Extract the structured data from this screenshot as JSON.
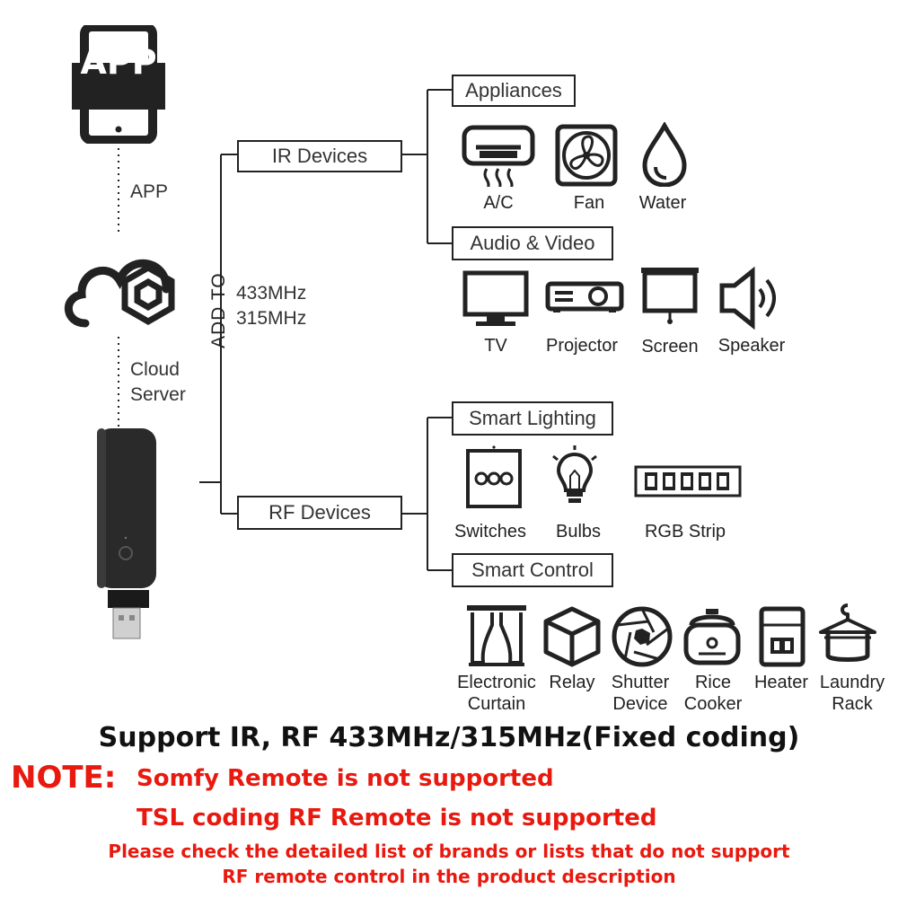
{
  "colors": {
    "line": "#222222",
    "note_red": "#e8190f"
  },
  "left": {
    "app_icon_text": "APP",
    "app_label": "APP",
    "cloud_label_line1": "Cloud",
    "cloud_label_line2": "Server"
  },
  "trunk": {
    "vertical_label": "ADD TO",
    "freq1": "433MHz",
    "freq2": "315MHz"
  },
  "ir": {
    "title": "IR Devices",
    "appliances": {
      "title": "Appliances",
      "items": [
        {
          "label": "A/C",
          "icon": "air-conditioner-icon"
        },
        {
          "label": "Fan",
          "icon": "fan-icon"
        },
        {
          "label": "Water",
          "icon": "water-drop-icon"
        }
      ]
    },
    "audio_video": {
      "title": "Audio & Video",
      "items": [
        {
          "label": "TV",
          "icon": "tv-icon"
        },
        {
          "label": "Projector",
          "icon": "projector-icon"
        },
        {
          "label": "Screen",
          "icon": "projection-screen-icon"
        },
        {
          "label": "Speaker",
          "icon": "speaker-icon"
        }
      ]
    }
  },
  "rf": {
    "title": "RF Devices",
    "smart_lighting": {
      "title": "Smart Lighting",
      "items": [
        {
          "label": "Switches",
          "icon": "wall-switch-icon"
        },
        {
          "label": "Bulbs",
          "icon": "bulb-icon"
        },
        {
          "label": "RGB Strip",
          "icon": "led-strip-icon"
        }
      ]
    },
    "smart_control": {
      "title": "Smart Control",
      "items": [
        {
          "label1": "Electronic",
          "label2": "Curtain",
          "icon": "curtain-icon"
        },
        {
          "label1": "Relay",
          "label2": "",
          "icon": "relay-cube-icon"
        },
        {
          "label1": "Shutter",
          "label2": "Device",
          "icon": "shutter-icon"
        },
        {
          "label1": "Rice",
          "label2": "Cooker",
          "icon": "rice-cooker-icon"
        },
        {
          "label1": "Heater",
          "label2": "",
          "icon": "water-heater-icon"
        },
        {
          "label1": "Laundry",
          "label2": "Rack",
          "icon": "laundry-rack-icon"
        }
      ]
    }
  },
  "footer": {
    "support": "Support IR, RF 433MHz/315MHz(Fixed coding)",
    "note_head": "NOTE:",
    "note1": "Somfy Remote is not supported",
    "note2": "TSL coding RF Remote is not supported",
    "note3": "Please check the detailed list of brands or lists that do not support",
    "note4": "RF remote control in the product description"
  }
}
